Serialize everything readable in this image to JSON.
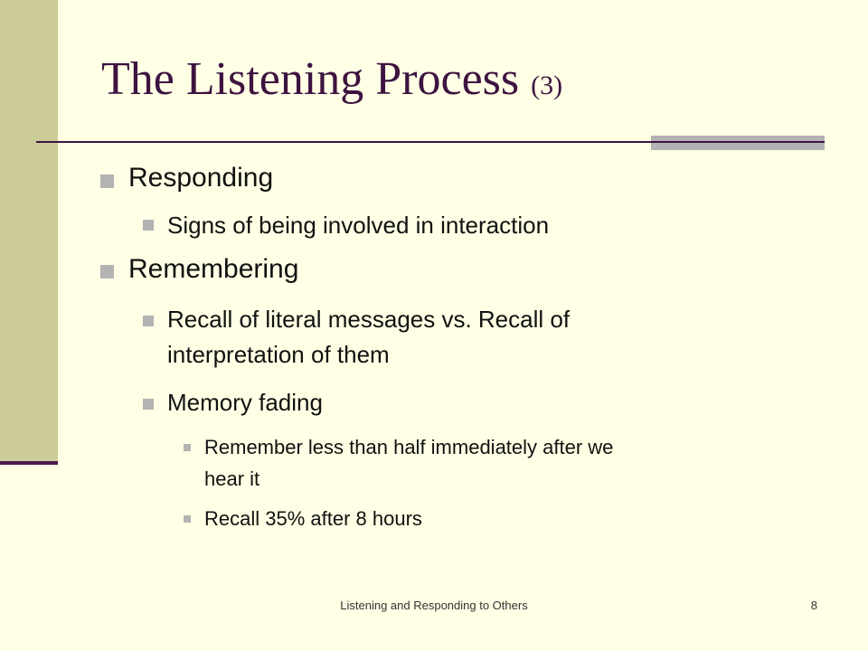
{
  "slide": {
    "title_main": "The Listening Process ",
    "title_sub": "(3)",
    "bullets": [
      {
        "level": 1,
        "text": "Responding"
      },
      {
        "level": 2,
        "text": "Signs of being involved in interaction"
      },
      {
        "level": 1,
        "text": "Remembering"
      },
      {
        "level": 2,
        "line1": "Recall of literal messages vs. Recall of",
        "line2": "interpretation of them"
      },
      {
        "level": 2,
        "text": "Memory fading"
      },
      {
        "level": 3,
        "line1": "Remember less than half immediately after we",
        "line2": "hear it"
      },
      {
        "level": 3,
        "text": "Recall 35% after 8 hours"
      }
    ],
    "footer": "Listening and Responding to Others",
    "page_number": "8"
  },
  "colors": {
    "background": "#FFFFE5",
    "left_band": "#CCCC99",
    "title": "#3D1340",
    "bullet": "#B3B3B3"
  }
}
